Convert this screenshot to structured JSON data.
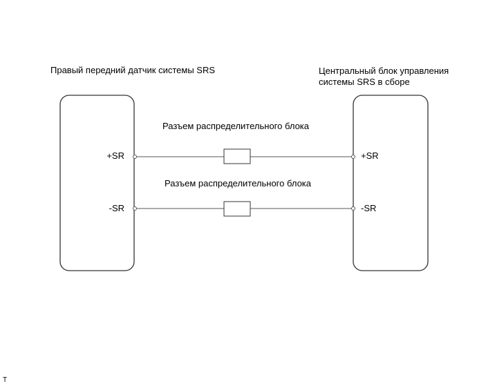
{
  "diagram": {
    "left_component": {
      "title": "Правый передний датчик системы SRS",
      "pins": [
        "+SR",
        "-SR"
      ]
    },
    "right_component": {
      "title_lines": [
        "Центральный блок управления",
        "системы SRS в сборе"
      ],
      "pins": [
        "+SR",
        "-SR"
      ]
    },
    "connectors": [
      {
        "label": "Разъем распределительного блока"
      },
      {
        "label": "Разъем распределительного блока"
      }
    ],
    "corner_mark": "T",
    "colors": {
      "line": "#555555",
      "box_border": "#333333",
      "text": "#000000"
    }
  }
}
